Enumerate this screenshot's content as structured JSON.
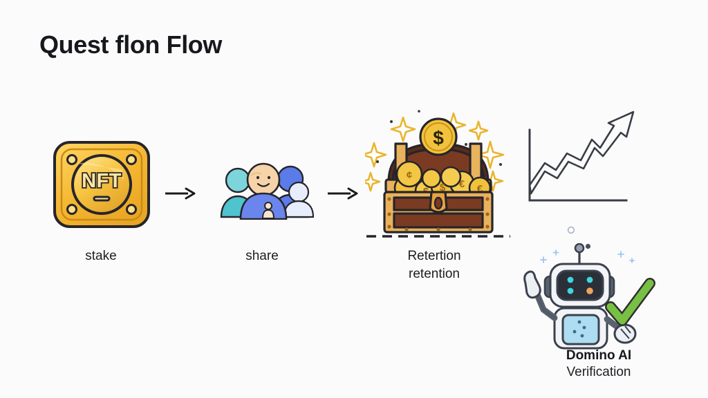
{
  "slide": {
    "title": "Quest flon Flow",
    "background_color": "#fbfbfc",
    "title_color": "#17181c"
  },
  "colors": {
    "gold": "#F5B731",
    "gold_light": "#FFD764",
    "gold_dark": "#C98A17",
    "outline": "#26252B",
    "chest_wood": "#7A3B22",
    "chest_wood_dark": "#5E2C18",
    "chest_band": "#E3A33E",
    "people_blue": "#5B7BE8",
    "people_teal": "#6FD2D8",
    "people_skin": "#F6D3A8",
    "people_light": "#DDE6F7",
    "robot_body": "#F2F4F7",
    "robot_screen": "#2B2F38",
    "robot_panel": "#AEDCF0",
    "robot_accent_cyan": "#3FD6DE",
    "robot_accent_orange": "#F0A35A",
    "check_green": "#77C043",
    "arrow_dark": "#1A1A1E",
    "chart_line": "#3A3D45",
    "sparkle_gold": "#F3C23C",
    "sparkle_blue": "#9DC6F0"
  },
  "flow": {
    "steps": [
      {
        "id": "stake",
        "label": "stake",
        "icon": "nft-token-icon"
      },
      {
        "id": "share",
        "label": "share",
        "icon": "people-group-icon"
      },
      {
        "id": "reward",
        "label": "Retertion\nretention",
        "label_line1": "Retertion",
        "label_line2": "retention",
        "icon": "treasure-chest-icon"
      }
    ],
    "arrows": [
      {
        "id": "arrow-stake-to-share",
        "direction": "right"
      },
      {
        "id": "arrow-share-to-reward",
        "direction": "right"
      }
    ]
  },
  "growth": {
    "icon": "growth-chart-arrow-icon",
    "description": "upward zigzag arrow line chart"
  },
  "verification": {
    "icon": "robot-icon",
    "check_icon": "green-check-icon",
    "caption_line1": "Domino AI",
    "caption_line2": "Verification"
  },
  "decorations": {
    "sparkle_count": 10,
    "ground_line": "dashed",
    "small_circle": "hollow-circle-deco",
    "small_dot": "filled-dot-deco"
  }
}
